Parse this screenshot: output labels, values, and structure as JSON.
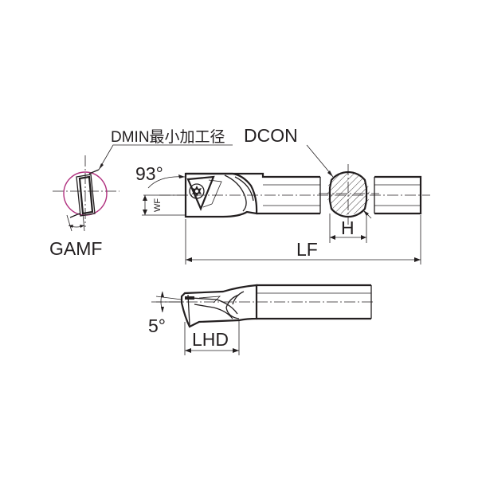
{
  "labels": {
    "dmin": "DMIN最小加工径",
    "dcon": "DCON",
    "angle_top": "93°",
    "wf": "WF",
    "h": "H",
    "lf": "LF",
    "gamf": "GAMF",
    "angle_bottom": "5°",
    "lhd": "LHD"
  },
  "colors": {
    "line": "#231f20",
    "dmin_circle": "#b0307f"
  }
}
